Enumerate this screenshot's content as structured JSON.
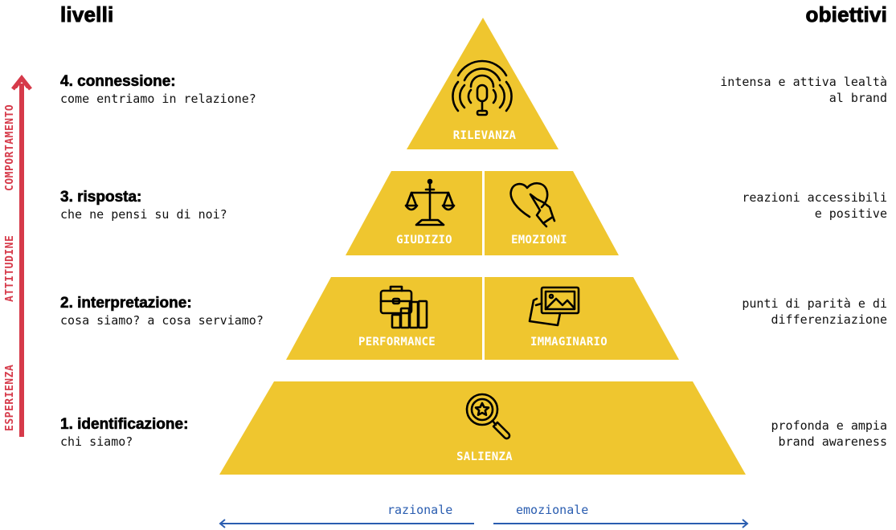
{
  "headers": {
    "left": "livelli",
    "right": "obiettivi"
  },
  "vertical_axis": {
    "color": "#d63a4a",
    "labels": [
      "ESPERIENZA",
      "ATTITUDINE",
      "COMPORTAMENTO"
    ]
  },
  "levels": [
    {
      "title": "4. connessione:",
      "question": "come entriamo in relazione?",
      "goal": "intensa e attiva lealtà\nal brand"
    },
    {
      "title": "3. risposta:",
      "question": "che ne pensi su di noi?",
      "goal": "reazioni accessibili\ne positive"
    },
    {
      "title": "2. interpretazione:",
      "question": "cosa siamo? a cosa serviamo?",
      "goal": "punti di parità e di\ndifferenziazione"
    },
    {
      "title": "1. identificazione:",
      "question": "chi siamo?",
      "goal": "profonda e ampia\nbrand awareness"
    }
  ],
  "pyramid": {
    "fill": "#efc62f",
    "label_color": "#ffffff",
    "tiers": [
      {
        "blocks": [
          {
            "label": "RILEVANZA",
            "icon": "podcast-microphone-icon"
          }
        ]
      },
      {
        "blocks": [
          {
            "label": "GIUDIZIO",
            "icon": "scales-icon"
          },
          {
            "label": "EMOZIONI",
            "icon": "heart-hand-icon"
          }
        ]
      },
      {
        "blocks": [
          {
            "label": "PERFORMANCE",
            "icon": "briefcase-chart-icon"
          },
          {
            "label": "IMMAGINARIO",
            "icon": "photos-icon"
          }
        ]
      },
      {
        "blocks": [
          {
            "label": "SALIENZA",
            "icon": "magnifier-star-icon"
          }
        ]
      }
    ]
  },
  "horizontal_axis": {
    "color": "#2a5db0",
    "left_label": "razionale",
    "right_label": "emozionale"
  }
}
